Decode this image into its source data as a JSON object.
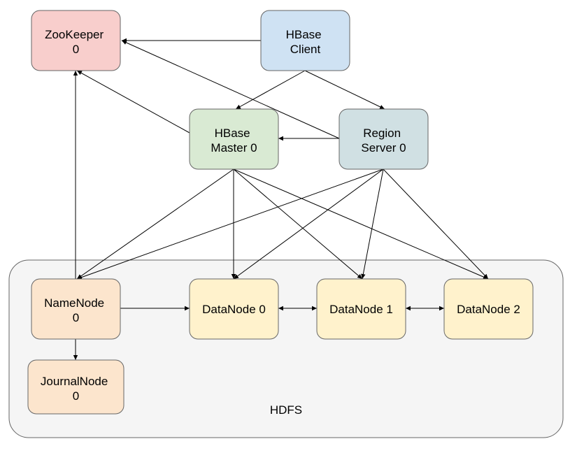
{
  "region": {
    "label": "HDFS",
    "fill": "#f5f5f5",
    "stroke": "#666666"
  },
  "nodes": [
    {
      "id": "zookeeper",
      "lines": [
        "ZooKeeper",
        "0"
      ],
      "fill": "#f8cecc",
      "stroke": "#666666"
    },
    {
      "id": "hbase-client",
      "lines": [
        "HBase",
        "Client"
      ],
      "fill": "#cfe2f3",
      "stroke": "#666666"
    },
    {
      "id": "hbase-master",
      "lines": [
        "HBase",
        "Master 0"
      ],
      "fill": "#d9ead3",
      "stroke": "#666666"
    },
    {
      "id": "region-server",
      "lines": [
        "Region",
        "Server 0"
      ],
      "fill": "#d0e0e3",
      "stroke": "#666666"
    },
    {
      "id": "namenode",
      "lines": [
        "NameNode",
        "0"
      ],
      "fill": "#fce5cd",
      "stroke": "#666666"
    },
    {
      "id": "datanode-0",
      "lines": [
        "DataNode 0"
      ],
      "fill": "#fff2cc",
      "stroke": "#666666"
    },
    {
      "id": "datanode-1",
      "lines": [
        "DataNode 1"
      ],
      "fill": "#fff2cc",
      "stroke": "#666666"
    },
    {
      "id": "datanode-2",
      "lines": [
        "DataNode 2"
      ],
      "fill": "#fff2cc",
      "stroke": "#666666"
    },
    {
      "id": "journalnode",
      "lines": [
        "JournalNode",
        "0"
      ],
      "fill": "#fce5cd",
      "stroke": "#666666"
    }
  ],
  "edges": [
    {
      "from": "hbase-client",
      "to": "zookeeper",
      "arrow": "end"
    },
    {
      "from": "hbase-client",
      "to": "hbase-master",
      "arrow": "end"
    },
    {
      "from": "hbase-client",
      "to": "region-server",
      "arrow": "end"
    },
    {
      "from": "hbase-master",
      "to": "zookeeper",
      "arrow": "end"
    },
    {
      "from": "region-server",
      "to": "zookeeper",
      "arrow": "end"
    },
    {
      "from": "region-server",
      "to": "hbase-master",
      "arrow": "end"
    },
    {
      "from": "namenode",
      "to": "zookeeper",
      "arrow": "end"
    },
    {
      "from": "hbase-master",
      "to": "namenode",
      "arrow": "end"
    },
    {
      "from": "hbase-master",
      "to": "datanode-0",
      "arrow": "end"
    },
    {
      "from": "hbase-master",
      "to": "datanode-1",
      "arrow": "end"
    },
    {
      "from": "hbase-master",
      "to": "datanode-2",
      "arrow": "end"
    },
    {
      "from": "region-server",
      "to": "namenode",
      "arrow": "end"
    },
    {
      "from": "region-server",
      "to": "datanode-0",
      "arrow": "end"
    },
    {
      "from": "region-server",
      "to": "datanode-1",
      "arrow": "end"
    },
    {
      "from": "region-server",
      "to": "datanode-2",
      "arrow": "end"
    },
    {
      "from": "namenode",
      "to": "datanode-0",
      "arrow": "end"
    },
    {
      "from": "datanode-0",
      "to": "datanode-1",
      "arrow": "both"
    },
    {
      "from": "datanode-1",
      "to": "datanode-2",
      "arrow": "both"
    },
    {
      "from": "namenode",
      "to": "journalnode",
      "arrow": "end"
    }
  ]
}
